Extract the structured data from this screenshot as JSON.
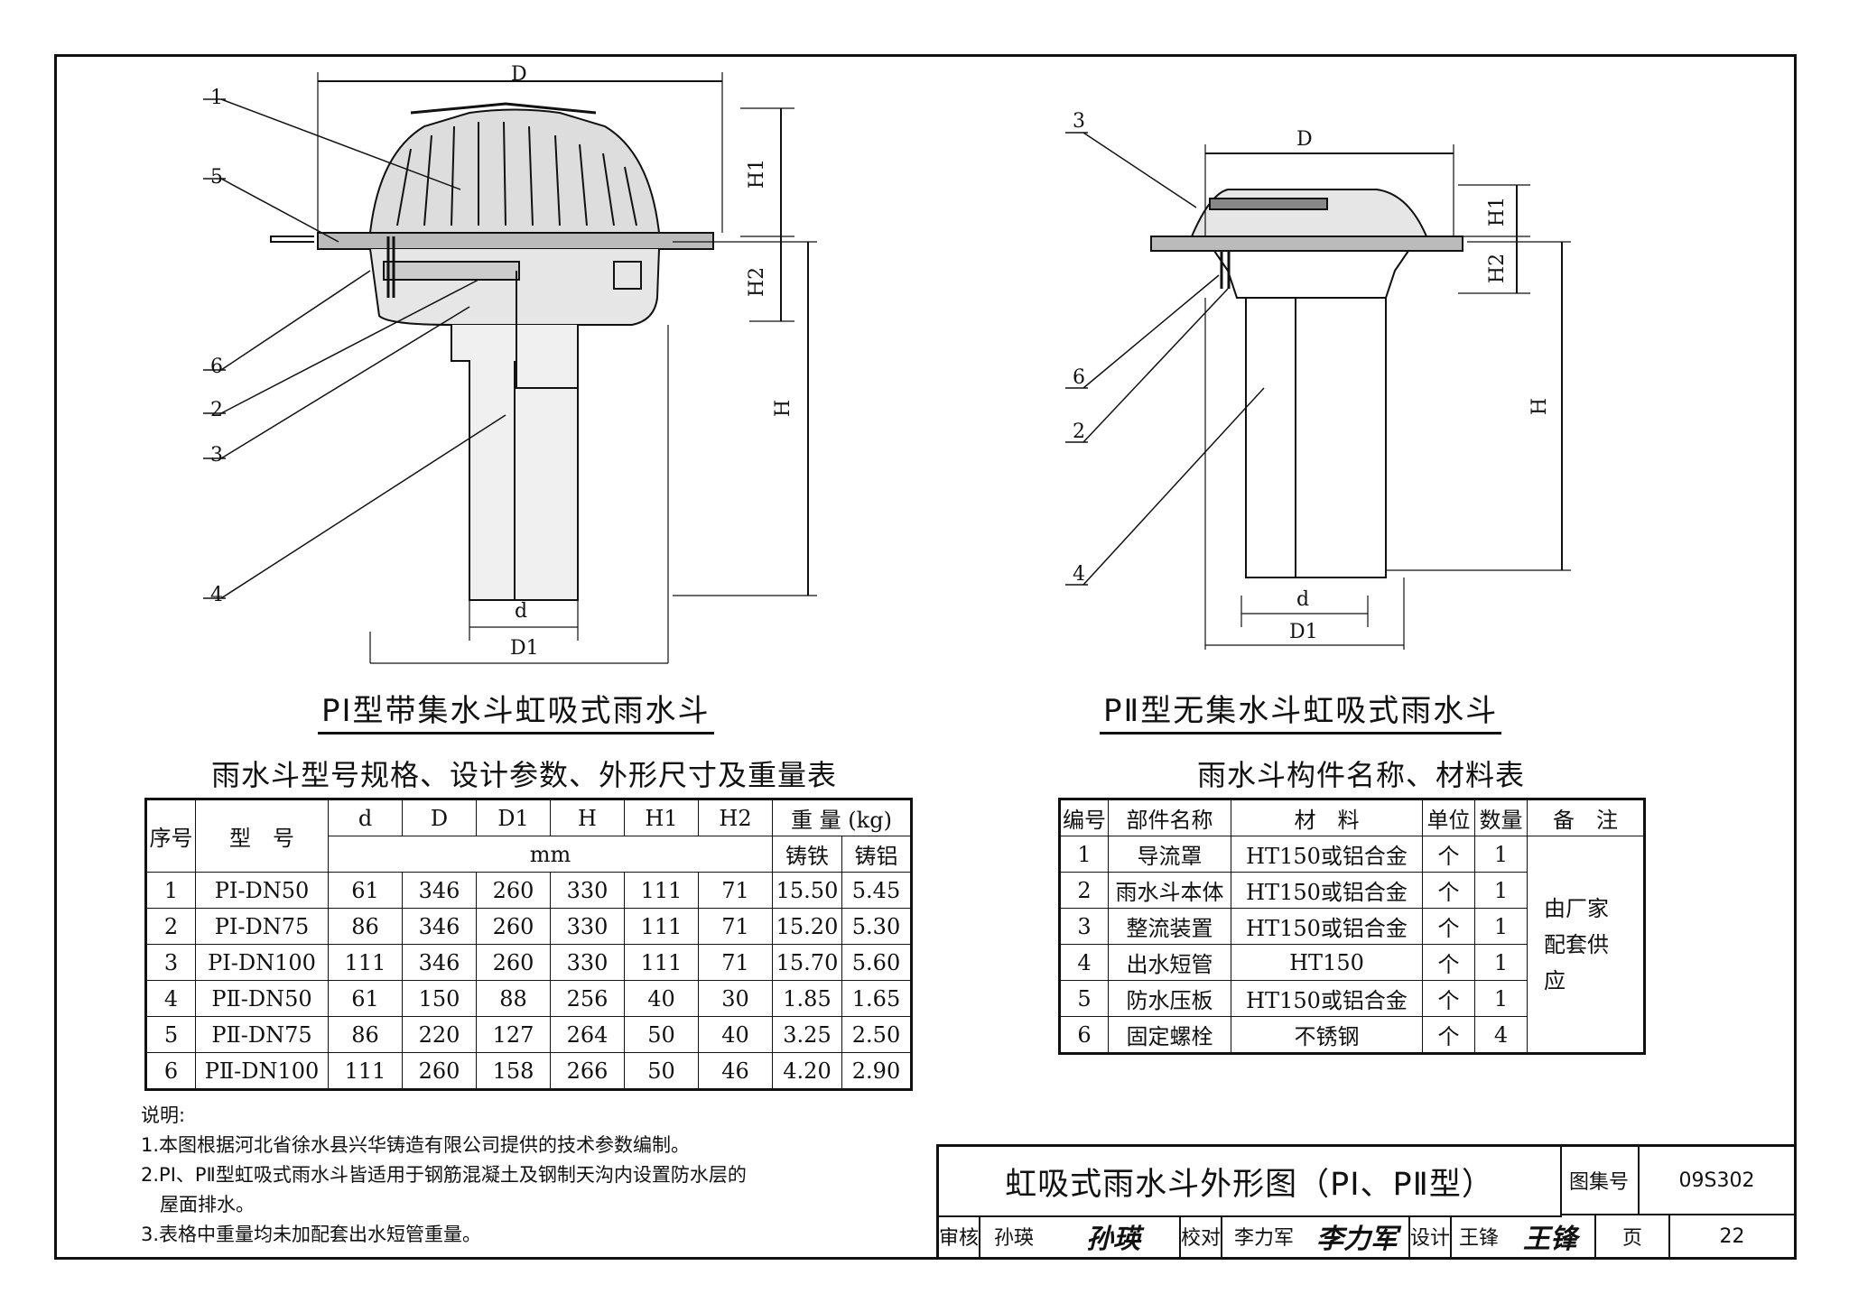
{
  "figures": {
    "left_title": "PⅠ型带集水斗虹吸式雨水斗",
    "right_title": "PⅡ型无集水斗虹吸式雨水斗",
    "left_dims": {
      "D": "D",
      "H1": "H1",
      "H2": "H2",
      "H": "H",
      "d": "d",
      "D1": "D1"
    },
    "right_dims": {
      "D": "D",
      "H1": "H1",
      "H2": "H2",
      "H": "H",
      "d": "d",
      "D1": "D1"
    },
    "left_parts": [
      "1",
      "5",
      "6",
      "2",
      "3",
      "4"
    ],
    "right_parts": [
      "3",
      "6",
      "2",
      "4"
    ]
  },
  "spec_table": {
    "title": "雨水斗型号规格、设计参数、外形尺寸及重量表",
    "h_no": "序号",
    "h_model": "型　号",
    "h_cols": [
      "d",
      "D",
      "D1",
      "H",
      "H1",
      "H2"
    ],
    "h_weight": "重 量 (kg)",
    "h_unit": "mm",
    "h_iron": "铸铁",
    "h_al": "铸铝",
    "rows": [
      [
        "1",
        "PⅠ-DN50",
        "61",
        "346",
        "260",
        "330",
        "111",
        "71",
        "15.50",
        "5.45"
      ],
      [
        "2",
        "PⅠ-DN75",
        "86",
        "346",
        "260",
        "330",
        "111",
        "71",
        "15.20",
        "5.30"
      ],
      [
        "3",
        "PⅠ-DN100",
        "111",
        "346",
        "260",
        "330",
        "111",
        "71",
        "15.70",
        "5.60"
      ],
      [
        "4",
        "PⅡ-DN50",
        "61",
        "150",
        "88",
        "256",
        "40",
        "30",
        "1.85",
        "1.65"
      ],
      [
        "5",
        "PⅡ-DN75",
        "86",
        "220",
        "127",
        "264",
        "50",
        "40",
        "3.25",
        "2.50"
      ],
      [
        "6",
        "PⅡ-DN100",
        "111",
        "260",
        "158",
        "266",
        "50",
        "46",
        "4.20",
        "2.90"
      ]
    ]
  },
  "parts_table": {
    "title": "雨水斗构件名称、材料表",
    "headers": [
      "编号",
      "部件名称",
      "材　料",
      "单位",
      "数量",
      "备　注"
    ],
    "remark": "由厂家配套供应",
    "rows": [
      [
        "1",
        "导流罩",
        "HT150或铝合金",
        "个",
        "1"
      ],
      [
        "2",
        "雨水斗本体",
        "HT150或铝合金",
        "个",
        "1"
      ],
      [
        "3",
        "整流装置",
        "HT150或铝合金",
        "个",
        "1"
      ],
      [
        "4",
        "出水短管",
        "HT150",
        "个",
        "1"
      ],
      [
        "5",
        "防水压板",
        "HT150或铝合金",
        "个",
        "1"
      ],
      [
        "6",
        "固定螺栓",
        "不锈钢",
        "个",
        "4"
      ]
    ]
  },
  "notes": {
    "heading": "说明:",
    "items": [
      "1.本图根据河北省徐水县兴华铸造有限公司提供的技术参数编制。",
      "2.PⅠ、PⅡ型虹吸式雨水斗皆适用于钢筋混凝土及钢制天沟内设置防水层的",
      "　屋面排水。",
      "3.表格中重量均未加配套出水短管重量。"
    ]
  },
  "title_block": {
    "title": "虹吸式雨水斗外形图（PⅠ、PⅡ型）",
    "atlas_label": "图集号",
    "atlas_no": "09S302",
    "review_label": "审核",
    "reviewer": "孙瑛",
    "reviewer_sig": "孙瑛",
    "check_label": "校对",
    "checker": "李力军",
    "checker_sig": "李力军",
    "design_label": "设计",
    "designer": "王锋",
    "designer_sig": "王锋",
    "page_label": "页",
    "page_no": "22"
  }
}
